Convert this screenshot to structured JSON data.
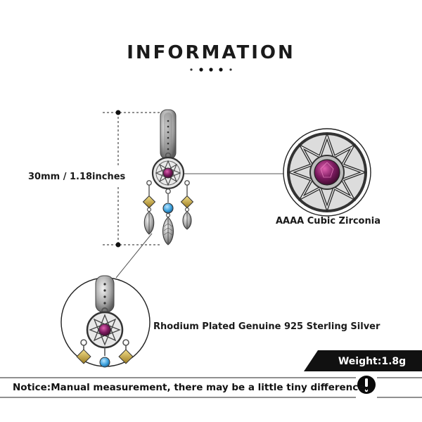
{
  "heading": "INFORMATION",
  "size_label": "30mm / 1.18inches",
  "stone_label": "AAAA Cubic Zirconia",
  "metal_label": "Rhodium Plated Genuine 925 Sterling Silver",
  "weight_label": "Weight:1.8g",
  "notice": "Notice:Manual measurement, there may be a little tiny difference.",
  "icons": {
    "notice": "exclamation-icon"
  },
  "colors": {
    "silver": "#b8b8b8",
    "stone_purple": "#7a1a5e",
    "stone_blue": "#3aa0dc",
    "stone_yellow": "#c8a838",
    "dark": "#111111"
  }
}
